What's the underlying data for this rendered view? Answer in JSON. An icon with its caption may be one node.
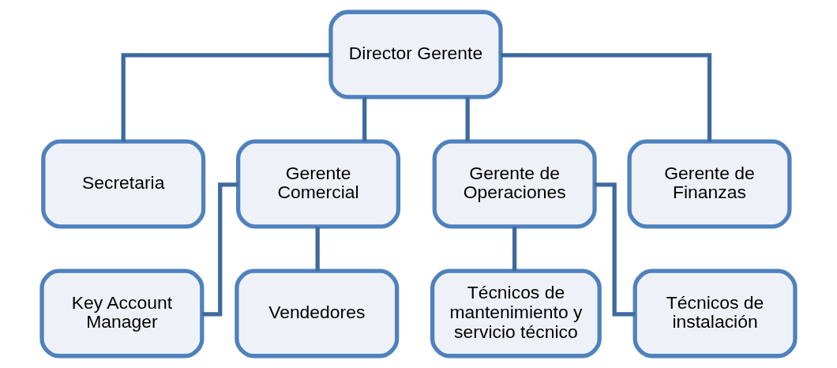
{
  "diagram": {
    "nodes": [
      {
        "text": [
          "Director Gerente"
        ]
      },
      {
        "text": [
          "Secretaria"
        ]
      },
      {
        "text": [
          "Gerente Comercial"
        ]
      },
      {
        "text": [
          "Gerente de Operaciones"
        ]
      },
      {
        "text": [
          "Gerente de Finanzas"
        ]
      },
      {
        "text": [
          "Key Account Manager"
        ]
      },
      {
        "text": [
          "Vendedores"
        ]
      },
      {
        "text": [
          "Técnicos de mantenimiento y servicio técnico"
        ]
      },
      {
        "text": [
          "Técnicos de instalación"
        ]
      }
    ],
    "edges": [
      {
        "from": 0,
        "to": 1,
        "arrow": "none"
      },
      {
        "from": 0,
        "to": 2,
        "arrow": "none"
      },
      {
        "from": 0,
        "to": 3,
        "arrow": "none"
      },
      {
        "from": 0,
        "to": 4,
        "arrow": "none"
      },
      {
        "from": 2,
        "to": 5,
        "arrow": "none"
      },
      {
        "from": 2,
        "to": 6,
        "arrow": "none"
      },
      {
        "from": 3,
        "to": 7,
        "arrow": "none"
      },
      {
        "from": 3,
        "to": 8,
        "arrow": "none"
      }
    ]
  }
}
